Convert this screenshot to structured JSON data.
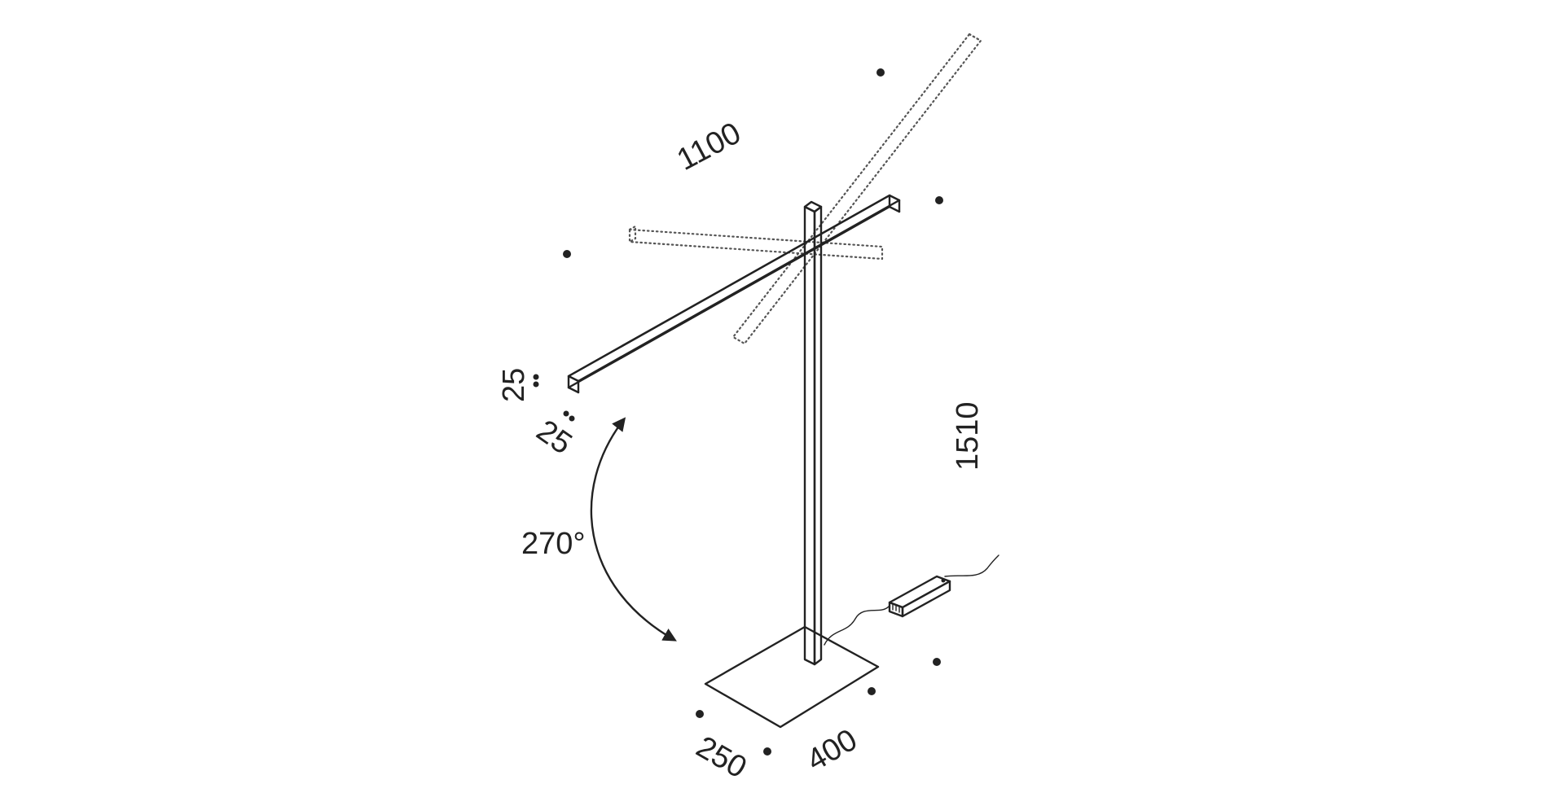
{
  "dimensions": {
    "arm_length": "1100",
    "total_height": "1510",
    "profile_height": "25",
    "profile_width": "25",
    "rotation_angle": "270°",
    "base_width": "250",
    "base_length": "400"
  },
  "colors": {
    "line": "#222222",
    "ghost_line": "#555555",
    "background": "#ffffff"
  }
}
